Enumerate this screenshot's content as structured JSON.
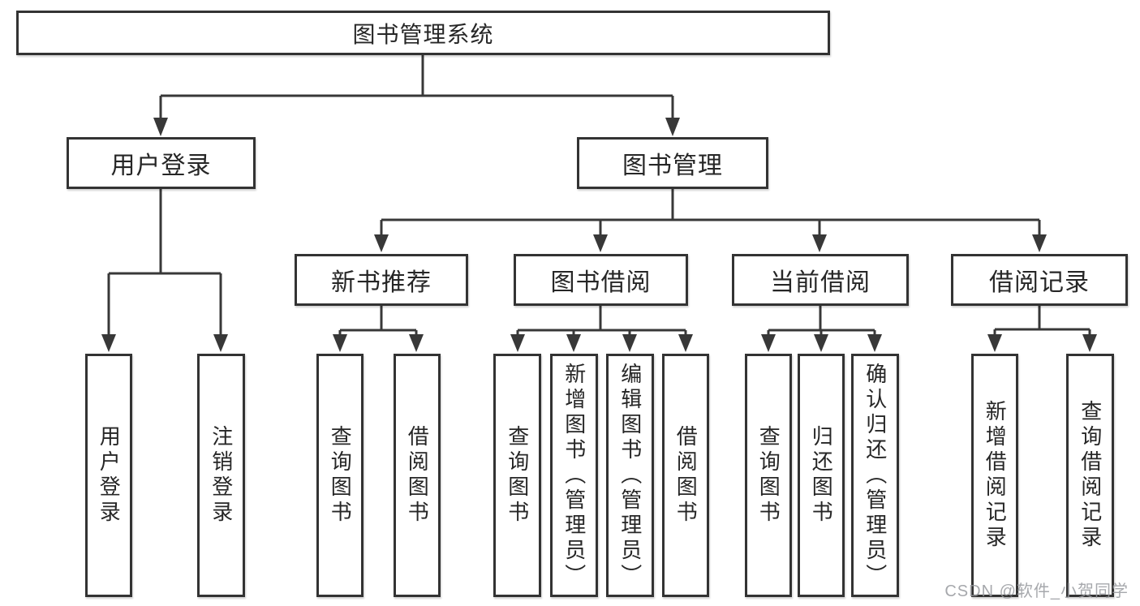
{
  "tree": {
    "label": "图书管理系统",
    "children": [
      {
        "label": "用户登录",
        "children": [
          {
            "label": "用户登录"
          },
          {
            "label": "注销登录"
          }
        ]
      },
      {
        "label": "图书管理",
        "children": [
          {
            "label": "新书推荐",
            "children": [
              {
                "label": "查询图书"
              },
              {
                "label": "借阅图书"
              }
            ]
          },
          {
            "label": "图书借阅",
            "children": [
              {
                "label": "查询图书"
              },
              {
                "label": "新增图书（管理员）"
              },
              {
                "label": "编辑图书（管理员）"
              },
              {
                "label": "借阅图书"
              }
            ]
          },
          {
            "label": "当前借阅",
            "children": [
              {
                "label": "查询图书"
              },
              {
                "label": "归还图书"
              },
              {
                "label": "确认归还（管理员）"
              }
            ]
          },
          {
            "label": "借阅记录",
            "children": [
              {
                "label": "新增借阅记录"
              },
              {
                "label": "查询借阅记录"
              }
            ]
          }
        ]
      }
    ]
  },
  "watermark": "CSDN @软件_小贺同学",
  "colors": {
    "line": "#383838",
    "border": "#333333",
    "text": "#262626",
    "background": "#ffffff",
    "watermark": "#96999e"
  }
}
